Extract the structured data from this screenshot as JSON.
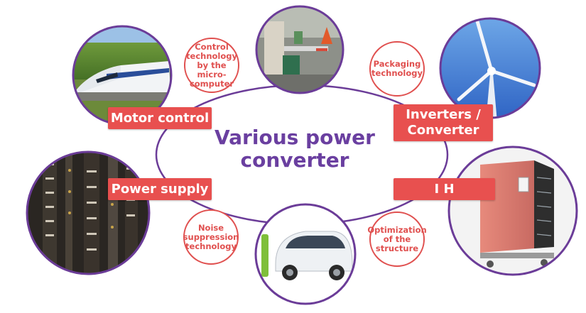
{
  "title_lines": [
    "Various power",
    "converter"
  ],
  "applications": {
    "motor_control": "Motor control",
    "power_supply": "Power supply",
    "inverters_line1": "Inverters /",
    "inverters_line2": "Converter",
    "ih": "I H"
  },
  "technologies": {
    "control": [
      "Control",
      "technology",
      "by the",
      "micro-",
      "computer"
    ],
    "packaging": [
      "Packaging",
      "technology"
    ],
    "noise": [
      "Noise",
      "suppression",
      "technology"
    ],
    "optimization": [
      "Optimization",
      "of the",
      "structure"
    ]
  },
  "photos": {
    "train": "bullet-train-photo",
    "gate": "parking-gate-photo",
    "wind": "wind-turbine-photo",
    "server": "server-rack-photo",
    "car": "electric-car-photo",
    "cabinet": "power-cabinet-photo"
  },
  "colors": {
    "accent_purple": "#6a3fa0",
    "label_red": "#e8504f",
    "ring_purple": "#6b3c98"
  }
}
